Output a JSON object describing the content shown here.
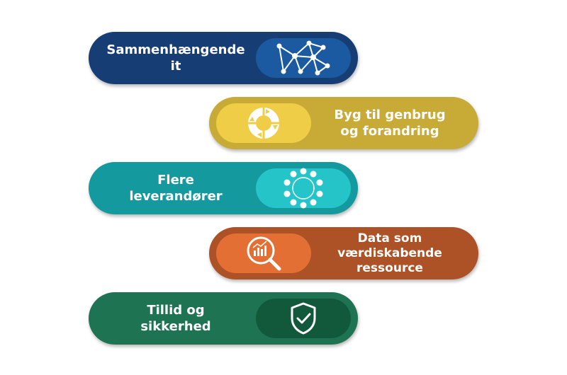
{
  "items": [
    {
      "label": "Sammenhængende\nit",
      "icon": "network-icon",
      "color": "#163e74",
      "accent": "#1b5aa0"
    },
    {
      "label": "Byg til genbrug\nog forandring",
      "icon": "cycle-arrows-icon",
      "color": "#c8aa36",
      "accent": "#efcd46"
    },
    {
      "label": "Flere\nleverandører",
      "icon": "people-circle-icon",
      "color": "#13999e",
      "accent": "#24c4c8"
    },
    {
      "label": "Data som\nværdiskabende\nressource",
      "icon": "data-analysis-icon",
      "color": "#ad5126",
      "accent": "#e36f34"
    },
    {
      "label": "Tillid og\nsikkerhed",
      "icon": "shield-check-icon",
      "color": "#1e7352",
      "accent": "#11593a"
    }
  ]
}
